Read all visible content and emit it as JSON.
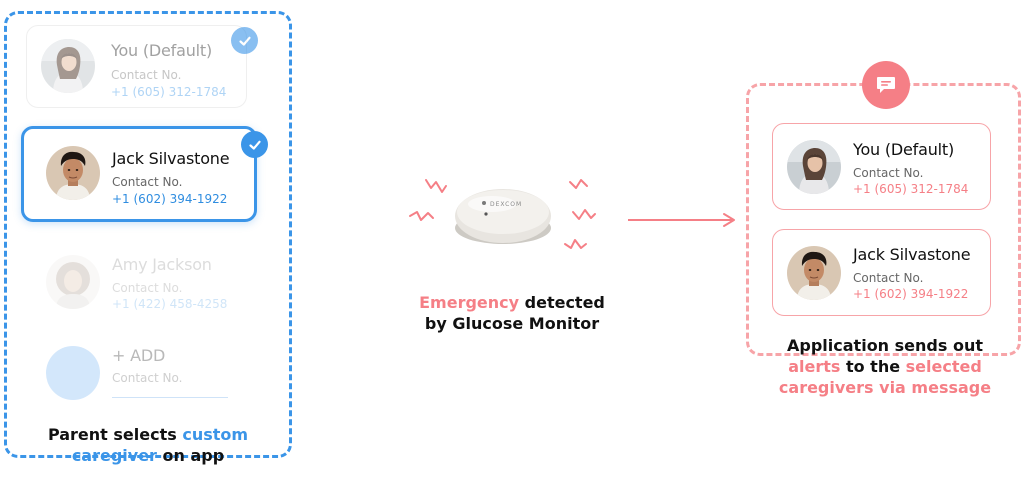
{
  "left_panel": {
    "cards": [
      {
        "name": "You (Default)",
        "contact_label": "Contact No.",
        "phone": "+1 (605) 312-1784",
        "state": "selected-faded"
      },
      {
        "name": "Jack Silvastone",
        "contact_label": "Contact No.",
        "phone": "+1 (602) 394-1922",
        "state": "selected"
      },
      {
        "name": "Amy Jackson",
        "contact_label": "Contact No.",
        "phone": "+1 (422) 458-4258",
        "state": "faded"
      },
      {
        "name": "+ ADD",
        "contact_label": "Contact No.",
        "state": "add"
      }
    ],
    "caption": {
      "part1": "Parent selects ",
      "highlight": "custom caregiver",
      "part2": " on app"
    }
  },
  "middle": {
    "device_brand": "DEXCOM",
    "caption": {
      "highlight": "Emergency",
      "part1": " detected",
      "part2": "by Glucose Monitor"
    }
  },
  "right_panel": {
    "badge_icon": "message-icon",
    "cards": [
      {
        "name": "You (Default)",
        "contact_label": "Contact No.",
        "phone": "+1 (605) 312-1784"
      },
      {
        "name": "Jack Silvastone",
        "contact_label": "Contact No.",
        "phone": "+1 (602) 394-1922"
      }
    ],
    "caption": {
      "line1": "Application sends out",
      "highlight1": "alerts",
      "mid": " to the ",
      "highlight2": "selected",
      "line3": "caregivers via message"
    }
  },
  "colors": {
    "blue": "#3b95e8",
    "pink": "#f57f86",
    "pink_light": "#f7a4a8"
  }
}
